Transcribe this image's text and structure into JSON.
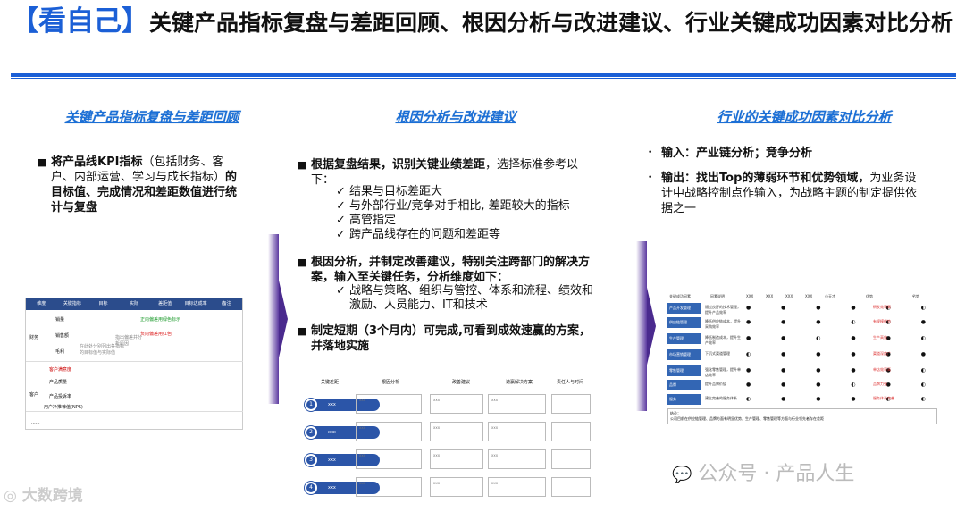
{
  "title": {
    "bracket_text": "【看自己】",
    "main": "关键产品指标复盘与差距回顾、根因分析与改进建议、行业关键成功因素对比分析"
  },
  "columns": [
    {
      "heading": "关键产品指标复盘与差距回顾"
    },
    {
      "heading": "根因分析与改进建议"
    },
    {
      "heading": "行业的关键成功因素对比分析"
    }
  ],
  "col1": {
    "b1_bold1": "将产品线KPI指标",
    "b1_normal": "（包括财务、客户、内部运营、学习与成长指标）",
    "b1_bold2": "的目标值、完成情况和差距数值进行统计与复盘"
  },
  "col2": {
    "b1_bold": "根据复盘结果，识别关键业绩差距",
    "b1_normal": "，选择标准参考以下：",
    "b1_subs": [
      "结果与目标差距大",
      "与外部行业/竞争对手相比, 差距较大的指标",
      "高管指定",
      "跨产品线存在的问题和差距等"
    ],
    "b2_bold": "根因分析，并制定改善建议，特别关注跨部门的解决方案，输入至关键任务，分析维度如下：",
    "b2_subs": [
      "战略与策略、组织与管控、体系和流程、绩效和激励、人员能力、IT和技术"
    ],
    "b3_bold": "制定短期（3个月内）可完成,可看到成效速赢的方案，并落地实施"
  },
  "col3": {
    "b1_bold": "输入：产业链分析；竞争分析",
    "b2_bold": "输出：找出Top的薄弱环节和优势领域，",
    "b2_normal": "为业务设计中战略控制点作输入，为战略主题的制定提供依据之一"
  },
  "mini_table": {
    "headers": [
      "维度",
      "关键指标",
      "目标",
      "实际",
      "差距值",
      "目标达成率",
      "备注"
    ],
    "labels": [
      "销量",
      "财务",
      "销售额",
      "毛利",
      "客户满意度",
      "客户",
      "产品质量",
      "产品投诉率",
      "用户净推荐值(NPS)",
      "......"
    ],
    "green": "正向偏差用绿色标示",
    "red": "负向偏差用红色",
    "grey1": "在此处分别列出各指标的目标值与实际值",
    "grey2": "指出偏差并分析原因"
  },
  "task_table": {
    "headers": [
      "关键差距",
      "根因分析",
      "改善建议",
      "速赢解决方案",
      "责任人与时间"
    ],
    "rows": [
      {
        "num": "1",
        "label": "xxx",
        "c1": "xxx",
        "c2": "xxx",
        "c3": "xxx"
      },
      {
        "num": "2",
        "label": "xxx",
        "c1": "xxx",
        "c2": "xxx",
        "c3": "xxx"
      },
      {
        "num": "3",
        "label": "xxx",
        "c1": "xxx",
        "c2": "xxx",
        "c3": "xxx"
      },
      {
        "num": "4",
        "label": "xxx",
        "c1": "xxx",
        "c2": "xxx",
        "c3": "xxx"
      }
    ]
  },
  "ksf_table": {
    "headers": [
      "关键成功因素",
      "因素说明",
      "XXX",
      "XXX",
      "XXX",
      "XXX",
      "小天才",
      "优势",
      "劣势"
    ],
    "rows": [
      {
        "label": "产品开发管理",
        "desc": "通过良好的技术管理，提升产品效率",
        "marks": "● ● ● ● ◐ ◐",
        "red": "研发效率高"
      },
      {
        "label": "供应链管理",
        "desc": "降低供应链成本，提升采购效率",
        "marks": "● ● ● ◐ ◐ ●",
        "red": "有规模优势"
      },
      {
        "label": "生产管理",
        "desc": "降低制造成本，提升生产效率",
        "marks": "● ● ◐ ● ● ◐",
        "red": "生产高效"
      },
      {
        "label": "市场营销管理",
        "desc": "下沉式渠道管理",
        "marks": "◐ ● ● ● ● ●",
        "red": "渠道深度广"
      },
      {
        "label": "零售管理",
        "desc": "强化零售管理，提升单店效率",
        "marks": "● ● ● ● ● ◐",
        "red": "单店效率高"
      },
      {
        "label": "品牌",
        "desc": "提升品牌价值",
        "marks": "● ● ● ◐ ● ◐",
        "red": "品牌力强"
      },
      {
        "label": "服务",
        "desc": "建立完善的服务体系",
        "marks": "◐ ● ● ● ◐ ◐",
        "red": "服务体系完善"
      }
    ],
    "note_title": "结论：",
    "note": "公司目前在供应链管理、品牌方面有明显优势，生产管理、零售管理等方面与行业领先者存在差距"
  },
  "watermarks": {
    "wechat": "公众号 · 产品人生",
    "bottom_left": "大数跨境"
  }
}
